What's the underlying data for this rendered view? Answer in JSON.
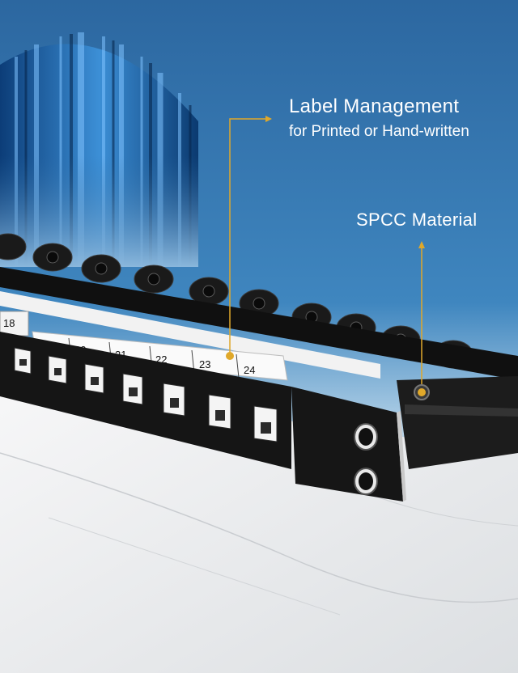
{
  "callouts": {
    "label_title": "Label Management",
    "label_subtitle": "for Printed or Hand-written",
    "material": "SPCC Material"
  },
  "port_labels": [
    "18",
    "9",
    "20",
    "21",
    "22",
    "23",
    "24"
  ],
  "colors": {
    "background_blue": "#2f6fa8",
    "accent_gold": "#e0a82a",
    "panel_black": "#141414",
    "marble": "#eef0f2"
  }
}
